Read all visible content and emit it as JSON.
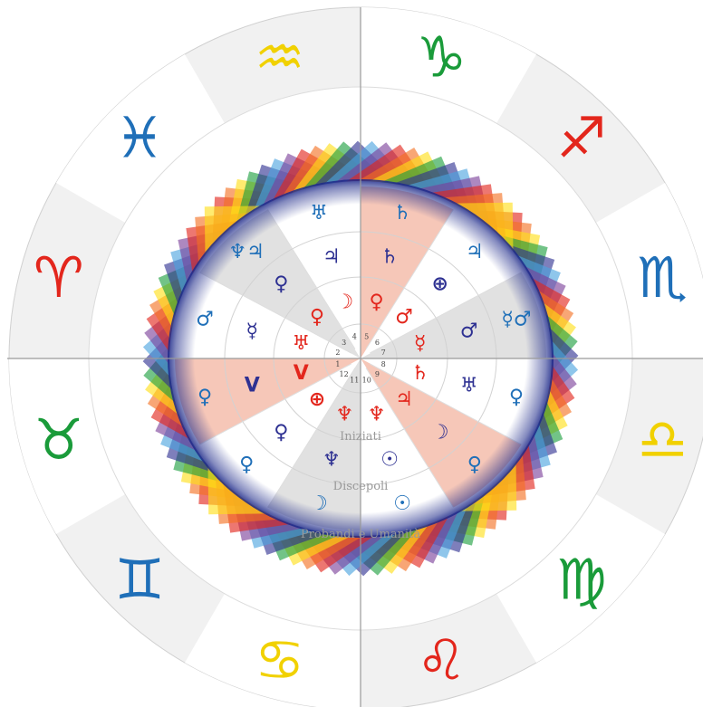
{
  "colors": {
    "zodiac_band": "#f1f1f1",
    "divider": "#9a9a9a",
    "salmon": "#f6c7b8",
    "grey": "#e1e1e1",
    "white": "#ffffff",
    "rainbow": [
      "#e2231a",
      "#f37021",
      "#ffde17",
      "#1b9e3e",
      "#2e3192",
      "#4aa3df",
      "#7b3f99"
    ]
  },
  "zodiac": [
    {
      "name": "capricorn",
      "glyph": "♑",
      "color": "#1a9b3a"
    },
    {
      "name": "sagittarius",
      "glyph": "♐",
      "color": "#e3261c"
    },
    {
      "name": "scorpio",
      "glyph": "♏",
      "color": "#1f6fb8"
    },
    {
      "name": "libra",
      "glyph": "♎",
      "color": "#f1d100"
    },
    {
      "name": "virgo",
      "glyph": "♍",
      "color": "#1a9b3a"
    },
    {
      "name": "leo",
      "glyph": "♌",
      "color": "#e3261c"
    },
    {
      "name": "cancer",
      "glyph": "♋",
      "color": "#f1d100"
    },
    {
      "name": "gemini",
      "glyph": "♊",
      "color": "#1f6fb8"
    },
    {
      "name": "taurus",
      "glyph": "♉",
      "color": "#1a9b3a"
    },
    {
      "name": "aries",
      "glyph": "♈",
      "color": "#e3261c"
    },
    {
      "name": "pisces",
      "glyph": "♓",
      "color": "#1f6fb8"
    },
    {
      "name": "aquarius",
      "glyph": "♒",
      "color": "#f1d100"
    }
  ],
  "houses": [
    "1",
    "2",
    "3",
    "4",
    "5",
    "6",
    "7",
    "8",
    "9",
    "10",
    "11",
    "12"
  ],
  "ring_labels": {
    "inner": "Iniziati",
    "middle": "Discepoli",
    "outer": "Probandi e Umanità"
  },
  "planets": [
    {
      "name": "saturn-outer-1",
      "glyph": "♄",
      "color": "#1f6fb8"
    },
    {
      "name": "jupiter-outer-2",
      "glyph": "♃",
      "color": "#1f6fb8"
    },
    {
      "name": "mercury-mars-outer-3",
      "glyph": "☿♂",
      "color": "#1f6fb8"
    },
    {
      "name": "venus-outer-4",
      "glyph": "♀",
      "color": "#1f6fb8"
    },
    {
      "name": "venus-outer-5",
      "glyph": "♀",
      "color": "#1f6fb8"
    },
    {
      "name": "sun-outer-6",
      "glyph": "☉",
      "color": "#1f6fb8"
    },
    {
      "name": "moon-outer-7",
      "glyph": "☽",
      "color": "#1f6fb8"
    },
    {
      "name": "venus-outer-8",
      "glyph": "♀",
      "color": "#1f6fb8"
    },
    {
      "name": "venus-outer-9",
      "glyph": "♀",
      "color": "#1f6fb8"
    },
    {
      "name": "mars-outer-10",
      "glyph": "♂",
      "color": "#1f6fb8"
    },
    {
      "name": "neptune-jupiter-outer-11",
      "glyph": "♆♃",
      "color": "#1f6fb8"
    },
    {
      "name": "uranus-outer-12",
      "glyph": "♅",
      "color": "#1f6fb8"
    },
    {
      "name": "saturn-middle-1",
      "glyph": "♄",
      "color": "#2e3192"
    },
    {
      "name": "earth-middle-2",
      "glyph": "⊕",
      "color": "#2e3192"
    },
    {
      "name": "mars-middle-3",
      "glyph": "♂",
      "color": "#2e3192"
    },
    {
      "name": "uranus-middle-4",
      "glyph": "♅",
      "color": "#2e3192"
    },
    {
      "name": "moon-middle-5",
      "glyph": "☽",
      "color": "#2e3192"
    },
    {
      "name": "sun-middle-6",
      "glyph": "☉",
      "color": "#2e3192"
    },
    {
      "name": "neptune-middle-7",
      "glyph": "♆",
      "color": "#2e3192"
    },
    {
      "name": "venus-middle-8",
      "glyph": "♀",
      "color": "#2e3192"
    },
    {
      "name": "vulcan-middle-9",
      "glyph": "V",
      "color": "#2e3192"
    },
    {
      "name": "mercury-middle-10",
      "glyph": "☿",
      "color": "#2e3192"
    },
    {
      "name": "venus-middle-11",
      "glyph": "♀",
      "color": "#2e3192"
    },
    {
      "name": "jupiter-middle-12",
      "glyph": "♃",
      "color": "#2e3192"
    },
    {
      "name": "venus-inner-1",
      "glyph": "♀",
      "color": "#e3261c"
    },
    {
      "name": "mars-inner-2",
      "glyph": "♂",
      "color": "#e3261c"
    },
    {
      "name": "mercury-inner-3",
      "glyph": "☿",
      "color": "#e3261c"
    },
    {
      "name": "saturn-inner-4",
      "glyph": "♄",
      "color": "#e3261c"
    },
    {
      "name": "jupiter-inner-5",
      "glyph": "♃",
      "color": "#e3261c"
    },
    {
      "name": "neptune-inner-6",
      "glyph": "♆",
      "color": "#e3261c"
    },
    {
      "name": "neptune-inner-7",
      "glyph": "♆",
      "color": "#e3261c"
    },
    {
      "name": "earth-inner-8",
      "glyph": "⊕",
      "color": "#e3261c"
    },
    {
      "name": "vulcan-inner-9",
      "glyph": "V",
      "color": "#e3261c"
    },
    {
      "name": "uranus-inner-10",
      "glyph": "♅",
      "color": "#e3261c"
    },
    {
      "name": "venus-inner-11",
      "glyph": "♀",
      "color": "#e3261c"
    },
    {
      "name": "moon-inner-12",
      "glyph": "☽",
      "color": "#e3261c"
    }
  ]
}
